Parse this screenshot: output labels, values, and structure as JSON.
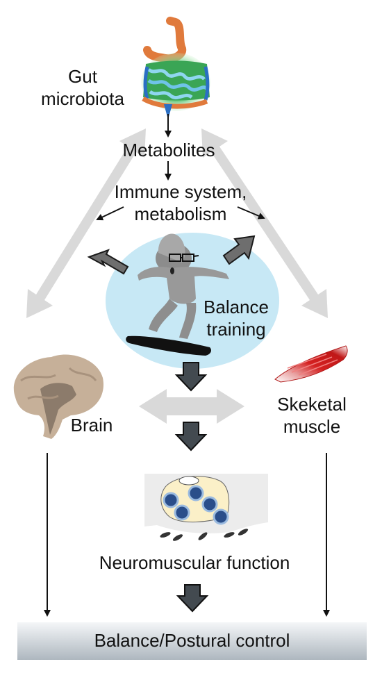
{
  "labels": {
    "gut": [
      "Gut",
      "microbiota"
    ],
    "metabolites": "Metabolites",
    "immune": [
      "Immune system,",
      "metabolism"
    ],
    "balance_training": [
      "Balance",
      "training"
    ],
    "brain": "Brain",
    "muscle": [
      "Skeketal",
      "muscle"
    ],
    "neuromuscular": "Neuromuscular function",
    "footer": "Balance/Postural control"
  }
}
